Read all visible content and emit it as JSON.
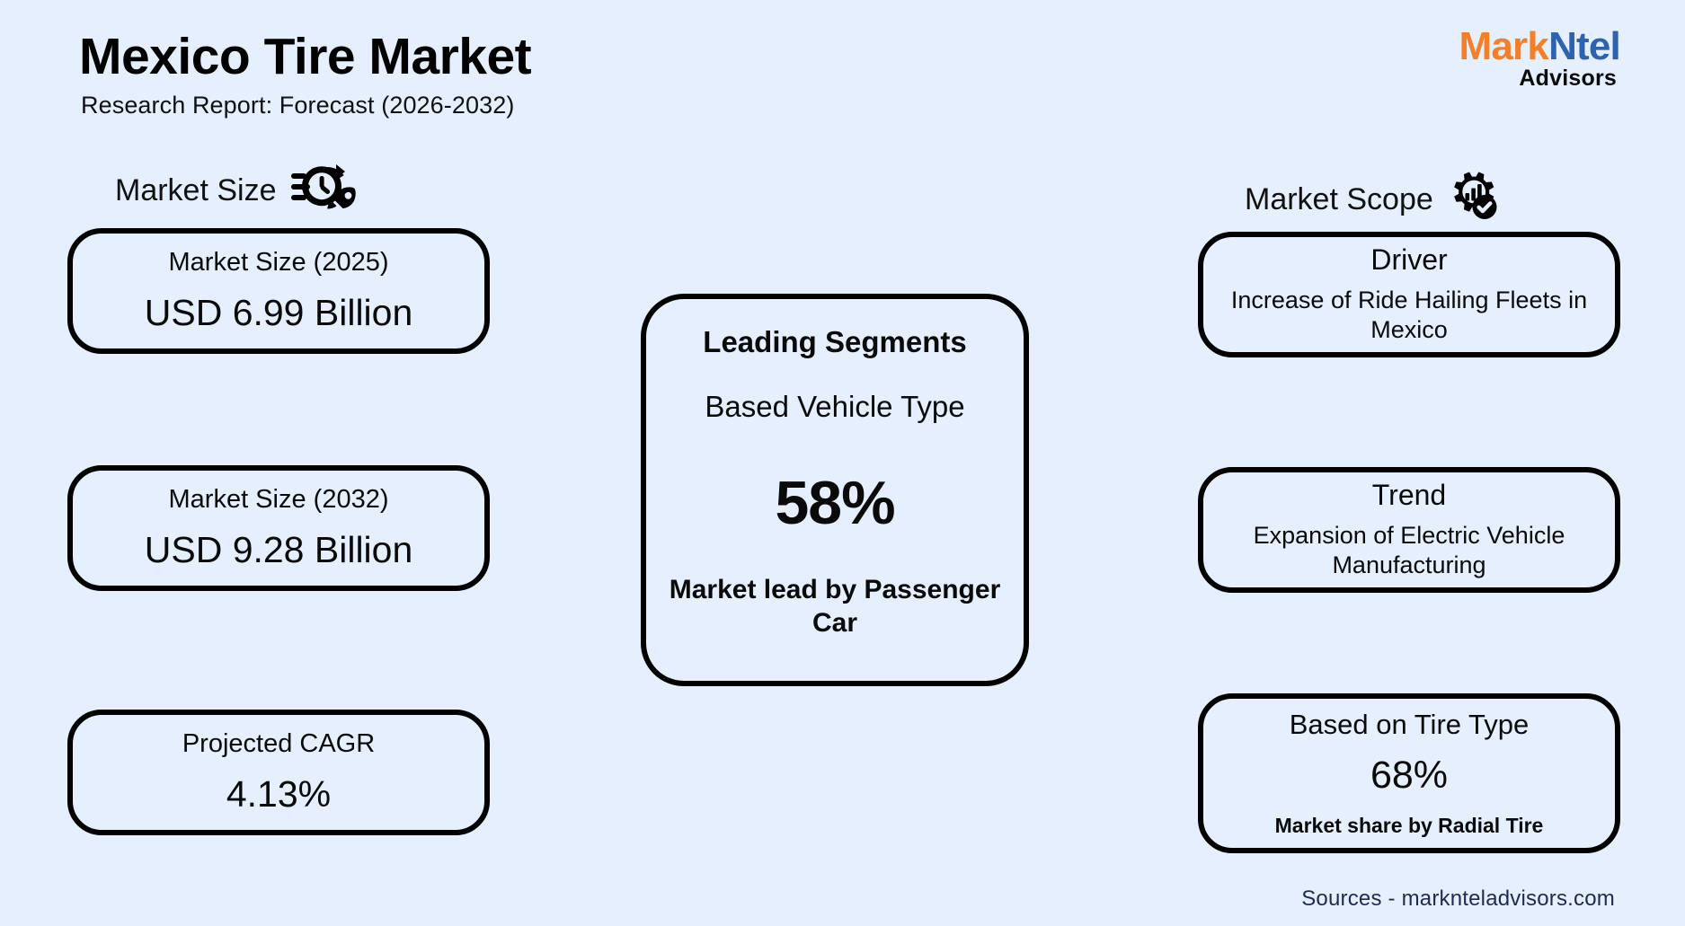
{
  "page": {
    "background_color": "#e6effd",
    "title": "Mexico Tire Market",
    "subtitle": "Research Report: Forecast (2026-2032)"
  },
  "logo": {
    "part1": "Mark",
    "part2": "Ntel",
    "tagline": "Advisors",
    "color_part1": "#f57e28",
    "color_part2": "#2c62b0",
    "color_tagline": "#0b0b0b"
  },
  "sections": {
    "market_size": {
      "heading": "Market Size",
      "icon": "clock-rocket-icon",
      "cards": [
        {
          "label": "Market Size (2025)",
          "value": "USD 6.99 Billion"
        },
        {
          "label": "Market Size (2032)",
          "value": "USD 9.28 Billion"
        },
        {
          "label": "Projected CAGR",
          "value": "4.13%"
        }
      ]
    },
    "market_scope": {
      "heading": "Market Scope",
      "icon": "gear-chart-check-icon",
      "cards": [
        {
          "title": "Driver",
          "body": "Increase of Ride Hailing Fleets in Mexico"
        },
        {
          "title": "Trend",
          "body": "Expansion of Electric Vehicle Manufacturing"
        },
        {
          "title": "Based on Tire Type",
          "percent": "68%",
          "note": "Market share by Radial Tire"
        }
      ]
    },
    "leading_segments": {
      "title": "Leading Segments",
      "subtitle": "Based Vehicle Type",
      "percent": "58%",
      "footnote": "Market lead by Passenger Car"
    }
  },
  "footer": {
    "sources": "Sources - marknteladvisors.com",
    "color": "#1d2b52"
  },
  "chart_data": {
    "type": "table",
    "title": "Mexico Tire Market — Research Report: Forecast (2026-2032)",
    "categories": [
      "Market Size (2025)",
      "Market Size (2032)",
      "Projected CAGR",
      "Leading Segment Share (Passenger Car, by Vehicle Type)",
      "Leading Tire Type Share (Radial Tire)"
    ],
    "values": [
      6.99,
      9.28,
      4.13,
      58,
      68
    ],
    "units": [
      "USD Billion",
      "USD Billion",
      "%",
      "%",
      "%"
    ],
    "annotations": [
      "Driver: Increase of Ride Hailing Fleets in Mexico",
      "Trend: Expansion of Electric Vehicle Manufacturing"
    ],
    "xlabel": "",
    "ylabel": "",
    "grid": false,
    "legend": "none"
  }
}
